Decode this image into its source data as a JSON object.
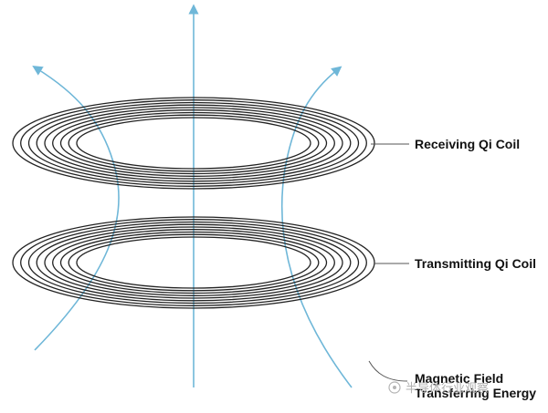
{
  "colors": {
    "field_line": "#6fb7d8",
    "coil": "#222222",
    "text": "#111111",
    "watermark": "#b5b5b5"
  },
  "labels": {
    "receiving_coil": "Receiving Qi Coil",
    "transmitting_coil": "Transmitting Qi Coil",
    "magnetic_field_line1": "Magnetic Field",
    "magnetic_field_line2": "Transferring Energy"
  },
  "watermark": {
    "text": "半导体行业观察"
  },
  "coils": {
    "turns": 9
  }
}
